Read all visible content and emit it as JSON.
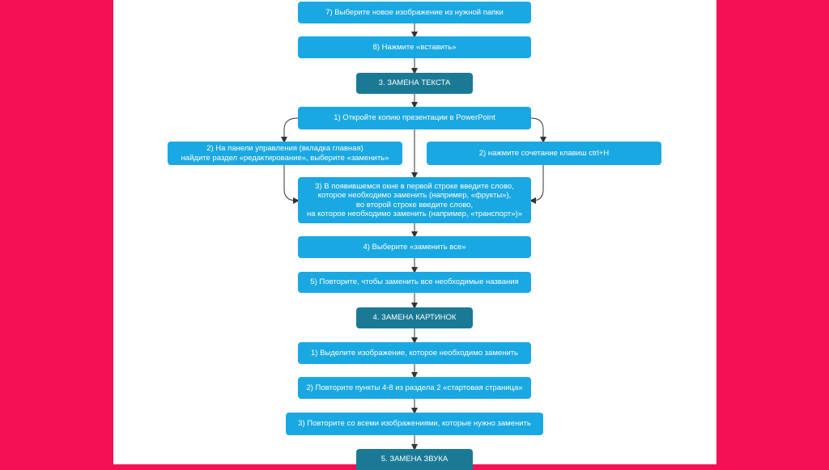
{
  "colors": {
    "background": "#f50f55",
    "page": "#ffffff",
    "step_box": "#1aa8e2",
    "section_box": "#1a7a96",
    "connector": "#333333"
  },
  "flowchart": {
    "steps_top": {
      "step7": "7) Выберите новое изображение из нужной папки",
      "step8": "8) Нажмите «вставить»"
    },
    "section3": {
      "title": "3. ЗАМЕНА ТЕКСТА",
      "step1": "1) Откройте копию презентации в PowerPoint",
      "step2_left": "2) На панели управления (вкладка главная)\nнайдите раздел «редактирование», выберите «заменить»",
      "step2_right": "2) нажмите сочетание клавиш ctrl+H",
      "step3": "3) В появившемся окне в первой строке введите слово,\nкоторое необходимо заменить (например, «фрукты»),\nво второй строке введите слово,\nна которое необходимо заменить (например, «транспорт»)»",
      "step4": "4) Выберите «заменить все»",
      "step5": "5) Повторите, чтобы заменить все необходимые названия"
    },
    "section4": {
      "title": "4. ЗАМЕНА КАРТИНОК",
      "step1": "1) Выделите изображение, которое необходимо заменить",
      "step2": "2) Повторите пункты 4-8 из раздела 2 «стартовая страница»",
      "step3": "3) Повторите со всеми изображениями, которые нужно заменить"
    },
    "section5": {
      "title": "5. ЗАМЕНА ЗВУКА"
    }
  }
}
